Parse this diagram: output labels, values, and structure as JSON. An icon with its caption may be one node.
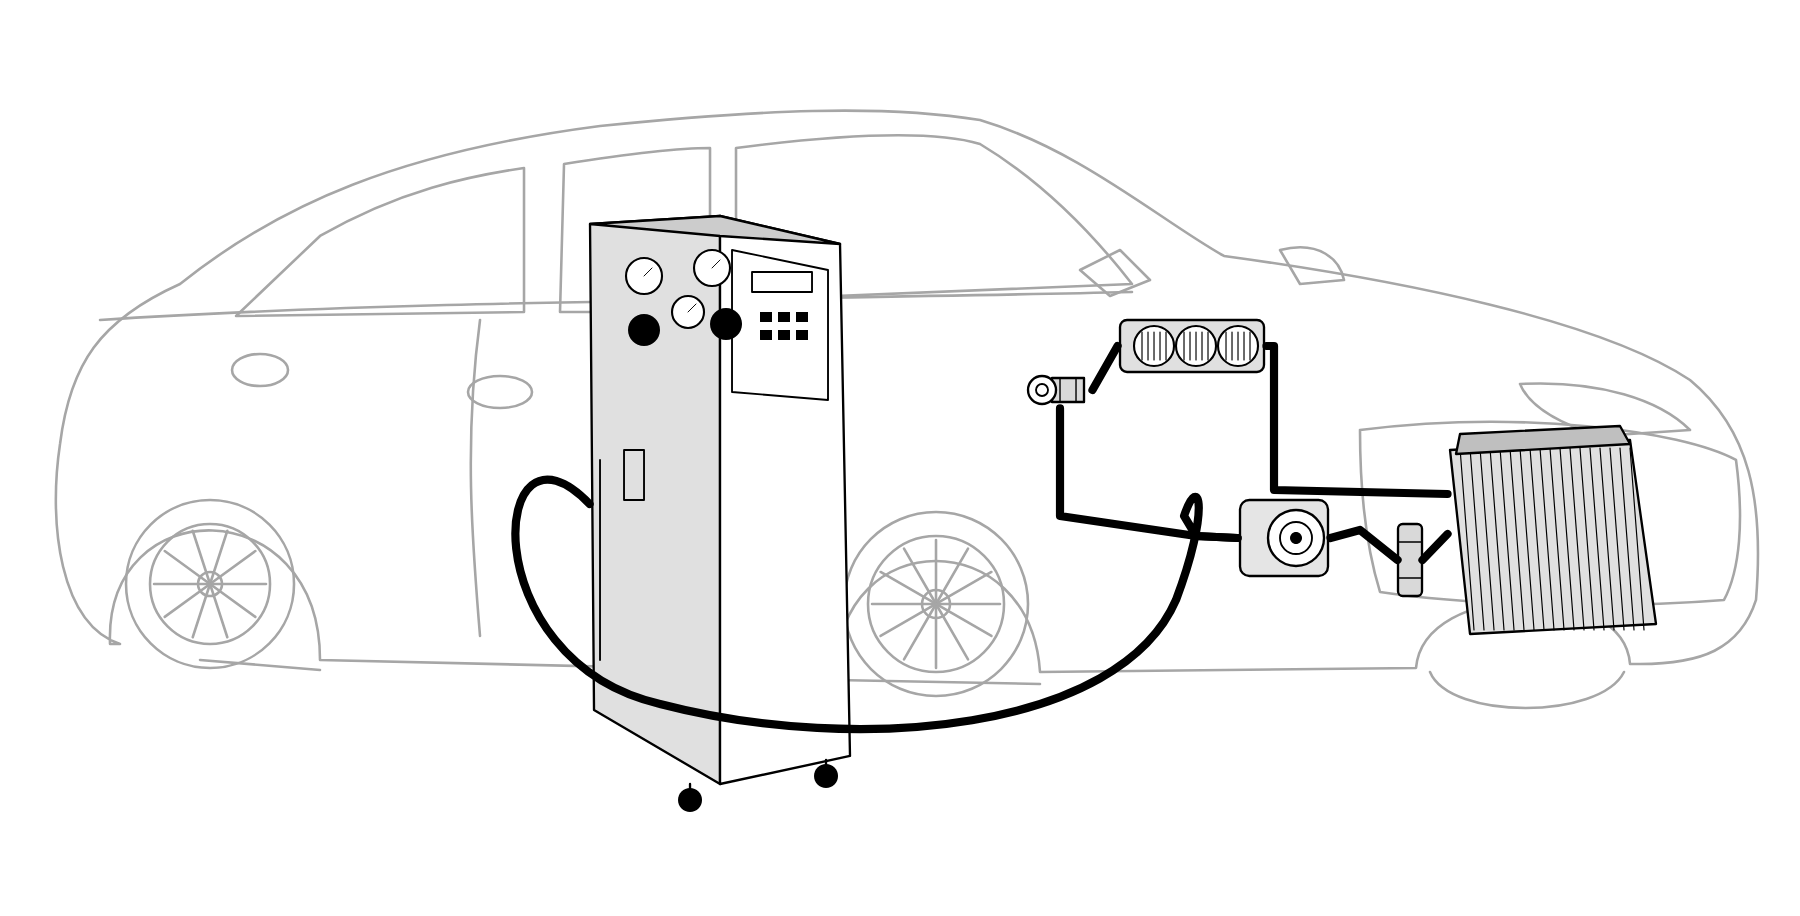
{
  "diagram": {
    "nodes": [
      {
        "text": [],
        "shape": "picture"
      },
      {
        "text": [],
        "shape": "picture"
      },
      {
        "text": [],
        "shape": "picture"
      },
      {
        "text": [],
        "shape": "picture"
      },
      {
        "text": [],
        "shape": "picture"
      },
      {
        "text": [],
        "shape": "picture"
      }
    ],
    "edges": [
      {
        "from": 0,
        "to": 3,
        "arrow": "none"
      },
      {
        "from": 1,
        "to": 2,
        "arrow": "none"
      },
      {
        "from": 2,
        "to": 5,
        "arrow": "none"
      },
      {
        "from": 1,
        "to": 3,
        "arrow": "none"
      },
      {
        "from": 3,
        "to": 4,
        "arrow": "none"
      },
      {
        "from": 4,
        "to": 5,
        "arrow": "none"
      }
    ]
  }
}
